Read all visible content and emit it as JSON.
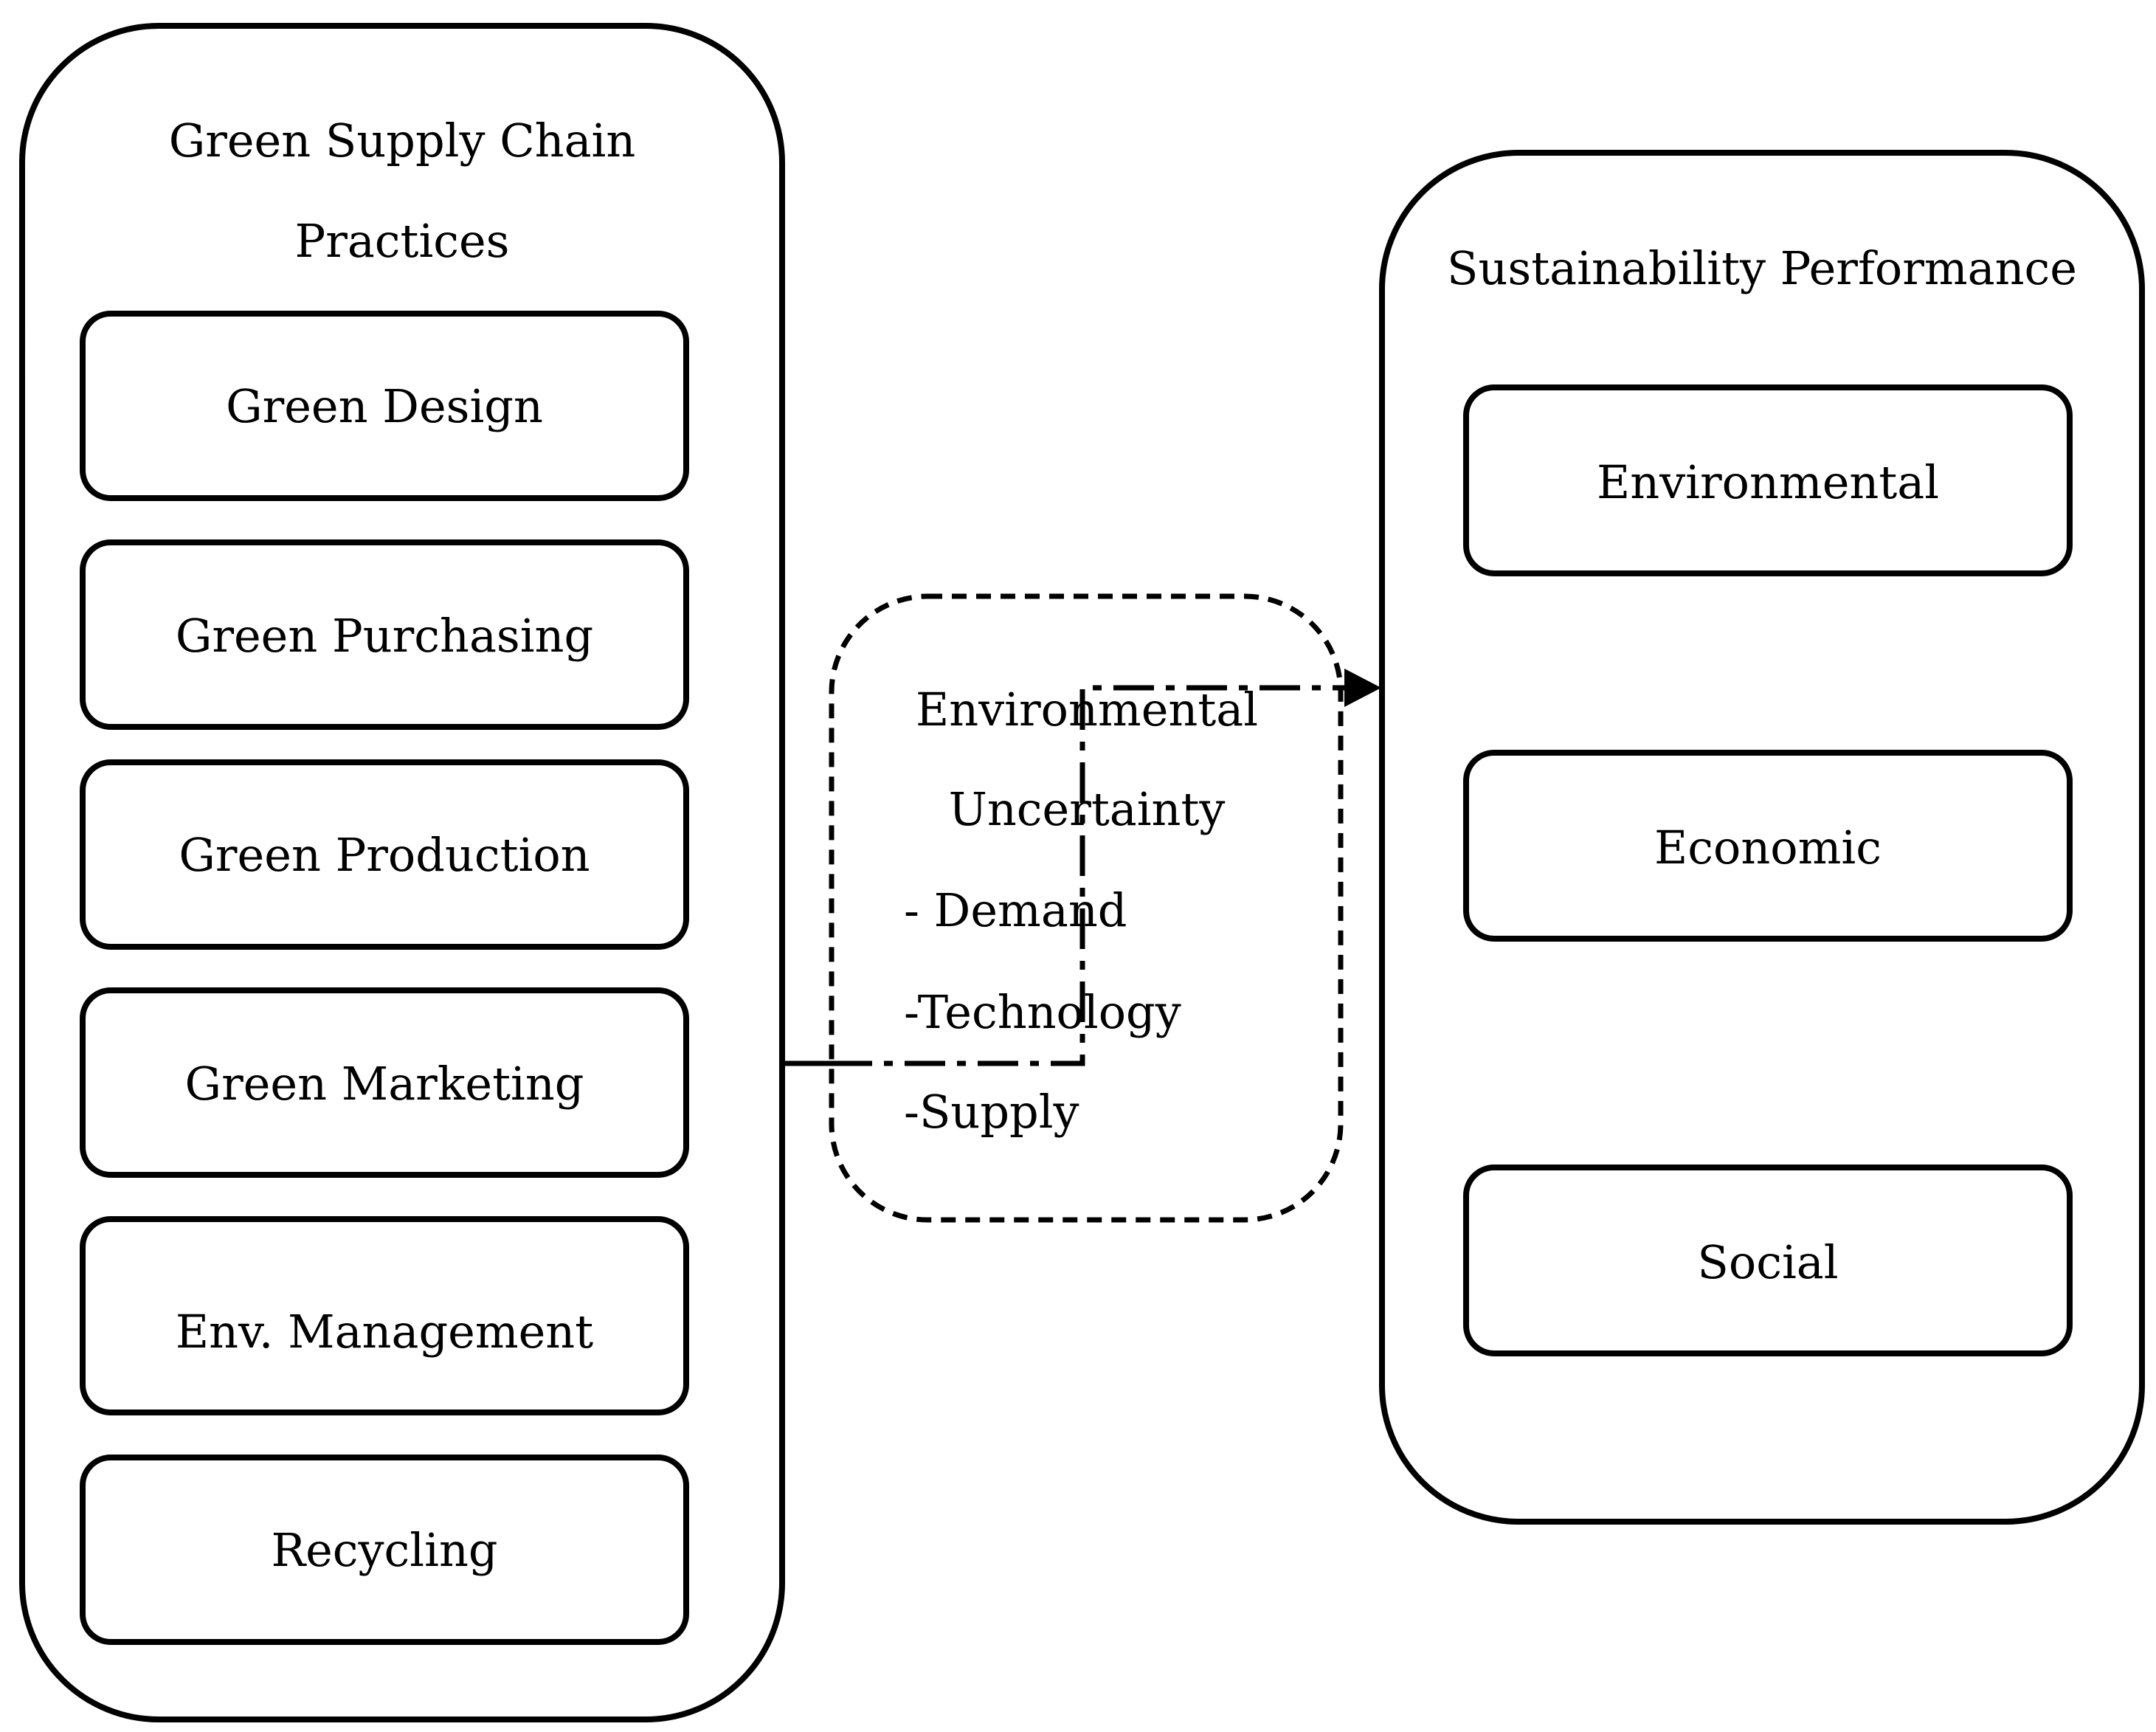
{
  "left_panel": {
    "title_line1": "Green Supply Chain",
    "title_line2": "Practices",
    "items": [
      {
        "label": "Green Design"
      },
      {
        "label": "Green Purchasing"
      },
      {
        "label": "Green Production"
      },
      {
        "label": "Green Marketing"
      },
      {
        "label": "Env. Management"
      },
      {
        "label": "Recycling"
      }
    ]
  },
  "moderator": {
    "line1": "Environmental",
    "line2": "Uncertainty",
    "items": [
      {
        "label": "- Demand"
      },
      {
        "label": "-Technology"
      },
      {
        "label": "-Supply"
      }
    ]
  },
  "right_panel": {
    "title": "Sustainability Performance",
    "items": [
      {
        "label": "Environmental"
      },
      {
        "label": "Economic"
      },
      {
        "label": "Social"
      }
    ]
  }
}
